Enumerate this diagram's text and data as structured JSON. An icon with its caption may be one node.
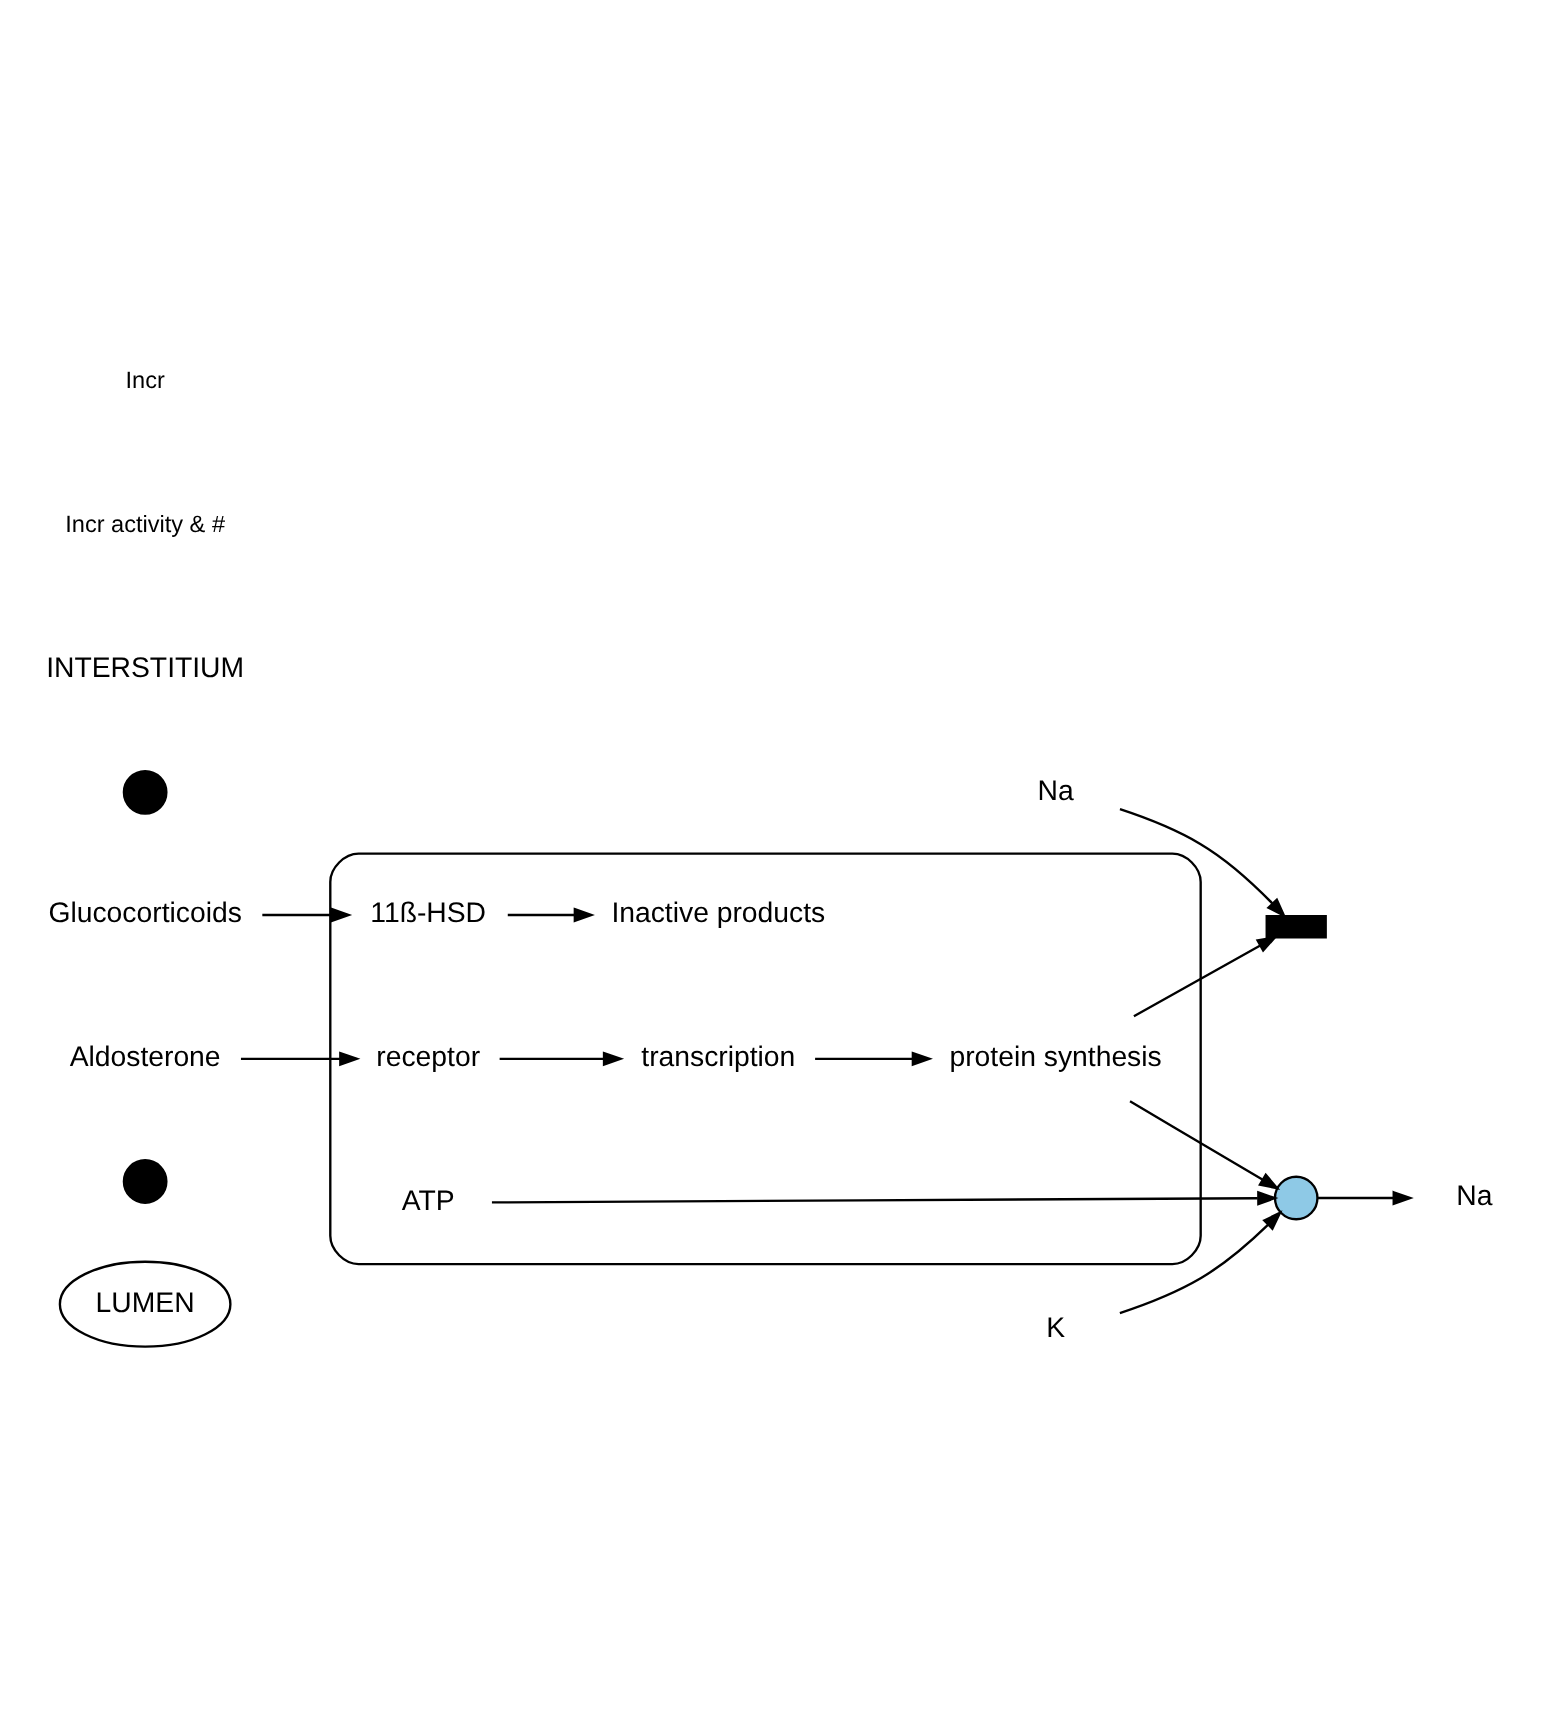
{
  "diagram": {
    "nodes": [
      {
        "text": [
          "LUMEN"
        ]
      },
      {
        "text": [],
        "shape": "circle"
      },
      {
        "text": [],
        "shape": "box"
      },
      {
        "text": [
          "Inactive products"
        ],
        "in": 2
      },
      {
        "text": [
          "11ß-HSD"
        ],
        "in": 2
      },
      {
        "text": [
          "Glucocorticoids"
        ]
      },
      {
        "text": [
          "Aldosterone"
        ]
      },
      {
        "text": [
          "receptor"
        ],
        "in": 2
      },
      {
        "text": [
          "transcription"
        ],
        "in": 2
      },
      {
        "text": [
          "protein synthesis"
        ],
        "in": 2
      },
      {
        "text": [
          "Na"
        ]
      },
      {
        "text": [],
        "shape": "bar"
      },
      {
        "text": [
          "ATP"
        ],
        "in": 2
      },
      {
        "text": [],
        "shape": "circle"
      },
      {
        "text": [
          "Na"
        ]
      },
      {
        "text": [
          "K"
        ]
      },
      {
        "text": [],
        "shape": "circle"
      }
    ],
    "edges": [
      {
        "from": 5,
        "to": 4,
        "arrow": "to"
      },
      {
        "from": 4,
        "to": 3,
        "arrow": "to"
      },
      {
        "from": 6,
        "to": 7,
        "arrow": "to"
      },
      {
        "from": 7,
        "to": 8,
        "arrow": "to"
      },
      {
        "from": 8,
        "to": 9,
        "arrow": "to"
      },
      {
        "from": 9,
        "to": 11,
        "arrow": "to"
      },
      {
        "from": 9,
        "to": 13,
        "arrow": "to"
      },
      {
        "from": 10,
        "to": 11,
        "arrow": "to"
      },
      {
        "from": 12,
        "to": 13,
        "arrow": "to"
      },
      {
        "from": 13,
        "to": 14,
        "arrow": "to"
      },
      {
        "from": 15,
        "to": 13,
        "arrow": "to"
      }
    ],
    "labels": [
      "INTERSTITIUM",
      "Incr activity & #",
      "Incr"
    ]
  }
}
